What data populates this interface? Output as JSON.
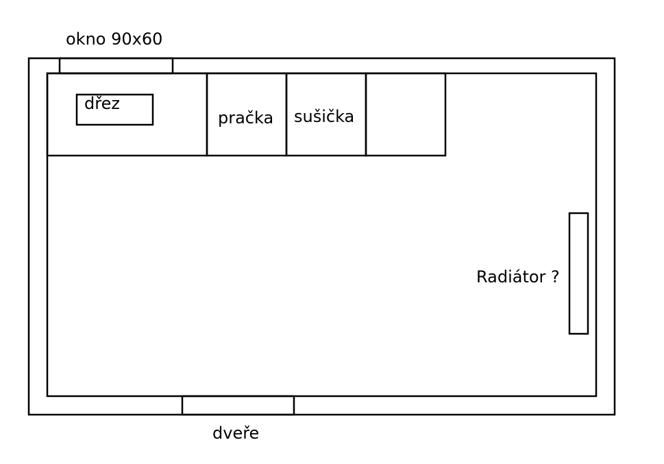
{
  "labels": {
    "window": "okno 90x60",
    "sink": "dřez",
    "washer": "pračka",
    "dryer": "sušička",
    "radiator": "Radiátor ?",
    "door": "dveře"
  },
  "colors": {
    "stroke": "#000000",
    "background": "#ffffff"
  }
}
